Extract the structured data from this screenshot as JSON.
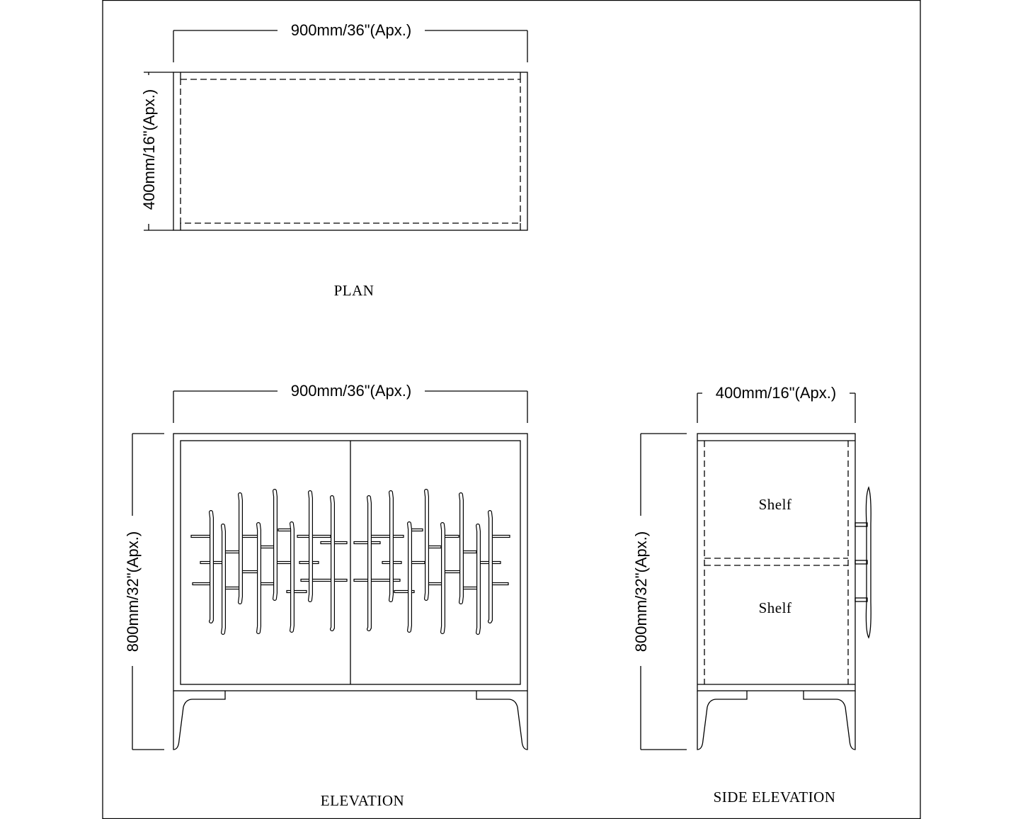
{
  "plan": {
    "width_dim": "900mm/36\"(Apx.)",
    "depth_dim": "400mm/16\"(Apx.)",
    "title": "PLAN"
  },
  "elevation": {
    "width_dim": "900mm/36\"(Apx.)",
    "height_dim": "800mm/32\"(Apx.)",
    "title": "ELEVATION"
  },
  "side_elevation": {
    "depth_dim": "400mm/16\"(Apx.)",
    "height_dim": "800mm/32\"(Apx.)",
    "title": "SIDE ELEVATION",
    "shelves": [
      "Shelf",
      "Shelf"
    ]
  }
}
